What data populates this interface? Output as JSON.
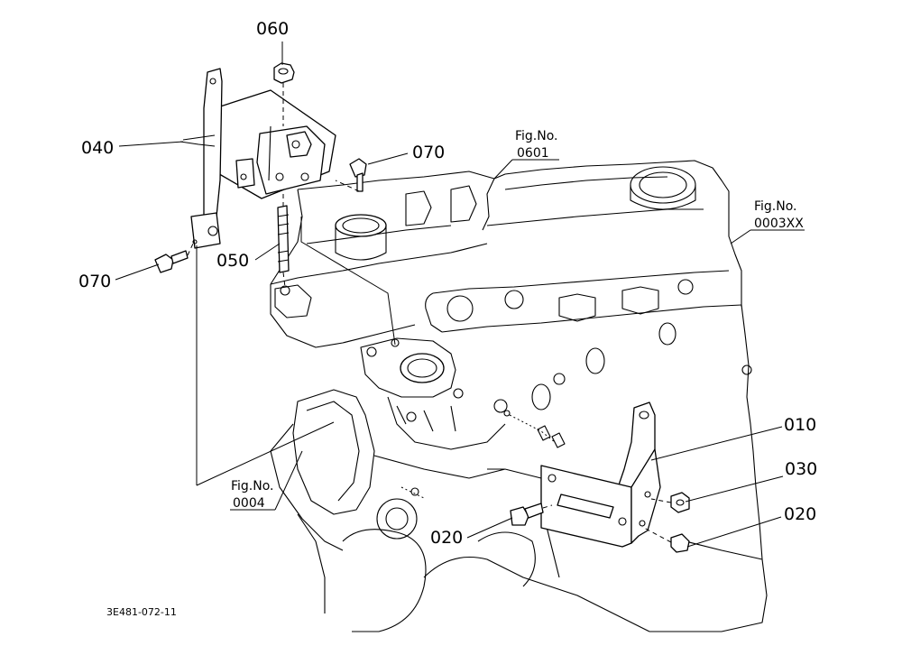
{
  "callouts": {
    "p010": "010",
    "p020a": "020",
    "p020b": "020",
    "p030": "030",
    "p040": "040",
    "p050": "050",
    "p060": "060",
    "p070a": "070",
    "p070b": "070"
  },
  "fig_refs": {
    "fig0601": {
      "label": "Fig.No.",
      "number": "0601"
    },
    "fig0003": {
      "label": "Fig.No.",
      "number": "0003XX"
    },
    "fig0004": {
      "label": "Fig.No.",
      "number": "0004"
    }
  },
  "drawing_code": "3E481-072-11"
}
